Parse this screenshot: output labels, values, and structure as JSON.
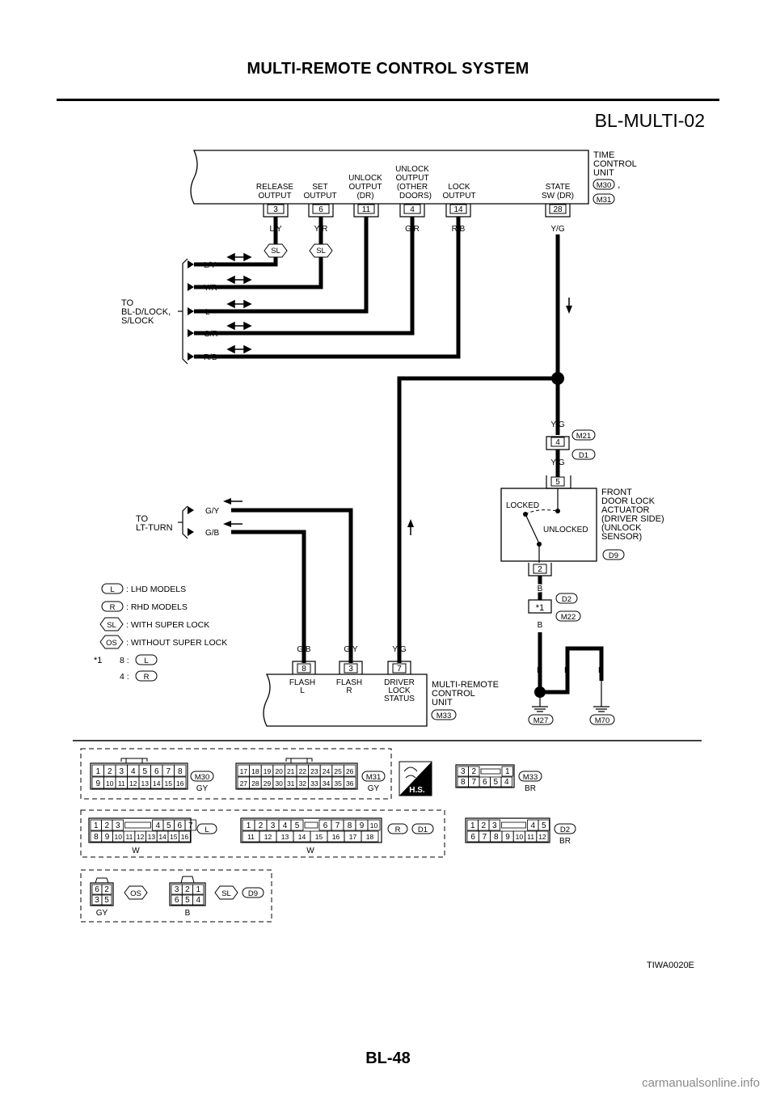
{
  "header": {
    "title": "MULTI-REMOTE CONTROL SYSTEM"
  },
  "diagram_id": "BL-MULTI-02",
  "figure_code": "TIWA0020E",
  "page_number": "BL-48",
  "watermark": "carmanualsonline.info",
  "time_control_unit": {
    "name_lines": [
      "TIME",
      "CONTROL",
      "UNIT"
    ],
    "connectors": [
      "M30",
      "M31"
    ],
    "separator": ",",
    "terminals": [
      {
        "pin": "3",
        "label_lines": [
          "RELEASE",
          "OUTPUT"
        ],
        "wire": "L/Y"
      },
      {
        "pin": "6",
        "label_lines": [
          "SET",
          "OUTPUT"
        ],
        "wire": "Y/R"
      },
      {
        "pin": "11",
        "label_lines": [
          "UNLOCK",
          "OUTPUT",
          "(DR)"
        ],
        "wire": "L"
      },
      {
        "pin": "4",
        "label_lines": [
          "UNLOCK",
          "OUTPUT",
          "(OTHER",
          "DOORS)"
        ],
        "wire": "G/R"
      },
      {
        "pin": "14",
        "label_lines": [
          "LOCK",
          "OUTPUT"
        ],
        "wire": "R/B"
      },
      {
        "pin": "28",
        "label_lines": [
          "STATE",
          "SW (DR)"
        ],
        "wire": "Y/G"
      }
    ]
  },
  "sl_badge": "SL",
  "to_bl_dlock": {
    "label_lines": [
      "TO",
      "BL-D/LOCK,",
      "S/LOCK"
    ],
    "wires": [
      "L/Y",
      "Y/R",
      "L",
      "G/R",
      "R/B"
    ]
  },
  "to_lt_turn": {
    "label_lines": [
      "TO",
      "LT-TURN"
    ],
    "wires": [
      "G/Y",
      "G/B"
    ]
  },
  "joint_connector": {
    "pin": "4",
    "connectors": [
      "M21",
      "D1"
    ],
    "wire_top": "Y/G",
    "wire_bottom": "Y/G"
  },
  "door_lock_actuator": {
    "name_lines": [
      "FRONT",
      "DOOR LOCK",
      "ACTUATOR",
      "(DRIVER SIDE)",
      "(UNLOCK",
      " SENSOR)"
    ],
    "connector": "D9",
    "pin_top": "5",
    "pin_bottom": "2",
    "locked_label": "LOCKED",
    "unlocked_label": "UNLOCKED"
  },
  "star_connector": {
    "mark": "*1",
    "connectors": [
      "D2",
      "M22"
    ],
    "wire_top": "B",
    "wire_bottom": "B"
  },
  "grounds": {
    "wires": [
      "B",
      "B",
      "B"
    ],
    "labels": [
      "M27",
      "M70"
    ]
  },
  "multi_remote_unit": {
    "name_lines": [
      "MULTI-REMOTE",
      "CONTROL",
      "UNIT"
    ],
    "connector": "M33",
    "terminals": [
      {
        "pin": "8",
        "label_lines": [
          "FLASH",
          "L"
        ],
        "wire": "G/B"
      },
      {
        "pin": "3",
        "label_lines": [
          "FLASH",
          "R"
        ],
        "wire": "G/Y"
      },
      {
        "pin": "7",
        "label_lines": [
          "DRIVER",
          "LOCK",
          "STATUS"
        ],
        "wire": "Y/G"
      }
    ]
  },
  "legend": {
    "items": [
      {
        "badge": "L",
        "text": ": LHD MODELS"
      },
      {
        "badge": "R",
        "text": ": RHD MODELS"
      },
      {
        "badge": "SL",
        "text": ": WITH SUPER LOCK"
      },
      {
        "badge": "OS",
        "text": ": WITHOUT SUPER LOCK"
      }
    ],
    "star": "*1",
    "star_rows": [
      {
        "pin": "8 :",
        "badge": "L"
      },
      {
        "pin": "4 :",
        "badge": "R"
      }
    ]
  },
  "connector_faces": {
    "M30": {
      "label": "M30",
      "color": "GY",
      "top": [
        "1",
        "2",
        "3",
        "4",
        "5",
        "6",
        "7",
        "8"
      ],
      "bottom": [
        "9",
        "10",
        "11",
        "12",
        "13",
        "14",
        "15",
        "16"
      ]
    },
    "M31": {
      "label": "M31",
      "color": "GY",
      "top": [
        "17",
        "18",
        "19",
        "20",
        "21",
        "22",
        "23",
        "24",
        "25",
        "26"
      ],
      "bottom": [
        "27",
        "28",
        "29",
        "30",
        "31",
        "32",
        "33",
        "34",
        "35",
        "36"
      ]
    },
    "HS": {
      "text": "H.S."
    },
    "M33": {
      "label": "M33",
      "color": "BR",
      "top": [
        "3",
        "2",
        "1"
      ],
      "bottom": [
        "8",
        "7",
        "6",
        "5",
        "4"
      ]
    },
    "M21L": {
      "badge": "L",
      "color": "W",
      "top": [
        "1",
        "2",
        "3",
        "4",
        "5",
        "6",
        "7"
      ],
      "bottom": [
        "8",
        "9",
        "10",
        "11",
        "12",
        "13",
        "14",
        "15",
        "16"
      ]
    },
    "M21R": {
      "badge": "R",
      "label": "D1",
      "color": "W",
      "top": [
        "1",
        "2",
        "3",
        "4",
        "5",
        "6",
        "7",
        "8",
        "9",
        "10"
      ],
      "bottom": [
        "11",
        "12",
        "13",
        "14",
        "15",
        "16",
        "17",
        "18"
      ]
    },
    "D2": {
      "label": "D2",
      "color": "BR",
      "top": [
        "1",
        "2",
        "3",
        "4",
        "5"
      ],
      "bottom": [
        "6",
        "7",
        "8",
        "9",
        "10",
        "11",
        "12"
      ]
    },
    "D9OS": {
      "badge": "OS",
      "color": "GY",
      "top": [
        "6",
        "2"
      ],
      "bottom": [
        "3",
        "5"
      ]
    },
    "D9SL": {
      "badge": "SL",
      "label": "D9",
      "color": "B",
      "top": [
        "3",
        "2",
        "1"
      ],
      "bottom": [
        "6",
        "5",
        "4"
      ]
    }
  }
}
